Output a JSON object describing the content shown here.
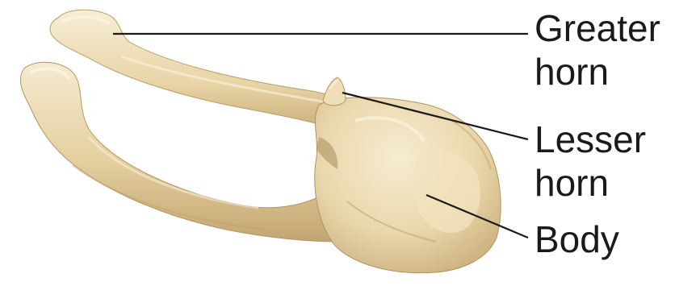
{
  "labels": {
    "greater_horn": [
      "Greater",
      "horn"
    ],
    "lesser_horn": [
      "Lesser",
      "horn"
    ],
    "body": [
      "Body"
    ]
  },
  "colors": {
    "bone_light": "#f3e7c8",
    "bone_mid": "#e6d3a6",
    "bone_shadow": "#cdb582",
    "bone_dark": "#b39a66",
    "leader_line": "#1a1a1a",
    "text": "#1a1a1a"
  }
}
